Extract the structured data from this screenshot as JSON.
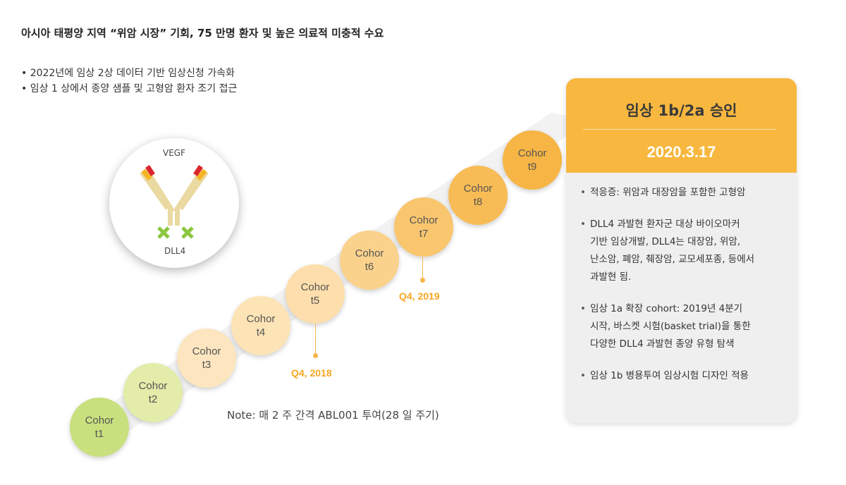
{
  "headline": "아시아 태평양 지역 “위암 시장” 기회, 75 만명 환자 및 높은 의료적 미충적 수요",
  "bullets": [
    "• 2022년에 임상 2상 데이터 기반 임상신청 가속화",
    "• 임상 1 상에서 종양 샘플 및 고형암 환자 조기 접근"
  ],
  "antibody": {
    "top_label": "VEGF",
    "bottom_label": "DLL4",
    "colors": {
      "arm": "#ead9a0",
      "red": "#d9262c",
      "orange": "#f7b523",
      "green": "#8cc63f"
    }
  },
  "cohorts": [
    {
      "line1": "Cohor",
      "line2": "t1",
      "color": "#c9e07e"
    },
    {
      "line1": "Cohor",
      "line2": "t2",
      "color": "#e3eca9"
    },
    {
      "line1": "Cohor",
      "line2": "t3",
      "color": "#fde6bf"
    },
    {
      "line1": "Cohor",
      "line2": "t4",
      "color": "#fde4b6"
    },
    {
      "line1": "Cohor",
      "line2": "t5",
      "color": "#fddeac"
    },
    {
      "line1": "Cohor",
      "line2": "t6",
      "color": "#fbd28c"
    },
    {
      "line1": "Cohor",
      "line2": "t7",
      "color": "#f9c66d"
    },
    {
      "line1": "Cohor",
      "line2": "t8",
      "color": "#f8bc56"
    },
    {
      "line1": "Cohor",
      "line2": "t9",
      "color": "#f7b545"
    }
  ],
  "milestones": [
    {
      "label": "Q4, 2018"
    },
    {
      "label": "Q4, 2019"
    }
  ],
  "note": "Note: 매 2 주 간격 ABL001 투여(28 일 주기)",
  "approval": {
    "title": "임상 1b/2a 승인",
    "date": "2020.3.17",
    "items": [
      {
        "lines": [
          "적응증: 위암과 대장암을 포함한 고형암"
        ]
      },
      {
        "lines": [
          "DLL4 과발현 환자군 대상 바이오마커",
          "기반 임상개발, DLL4는 대장암, 위암,",
          "난소암, 폐암, 췌장암, 교모세포종, 등에서",
          "과발현 됨."
        ]
      },
      {
        "lines": [
          "임상 1a 확장 cohort: 2019년 4분기",
          "시작, 바스켓 시험(basket trial)을 통한",
          "다양한 DLL4 과발현 종양 유형 탐색"
        ]
      },
      {
        "lines": [
          "임상 1b 병용투여 임상시험 디자인 적용"
        ]
      }
    ],
    "header_color": "#f8b73e"
  }
}
